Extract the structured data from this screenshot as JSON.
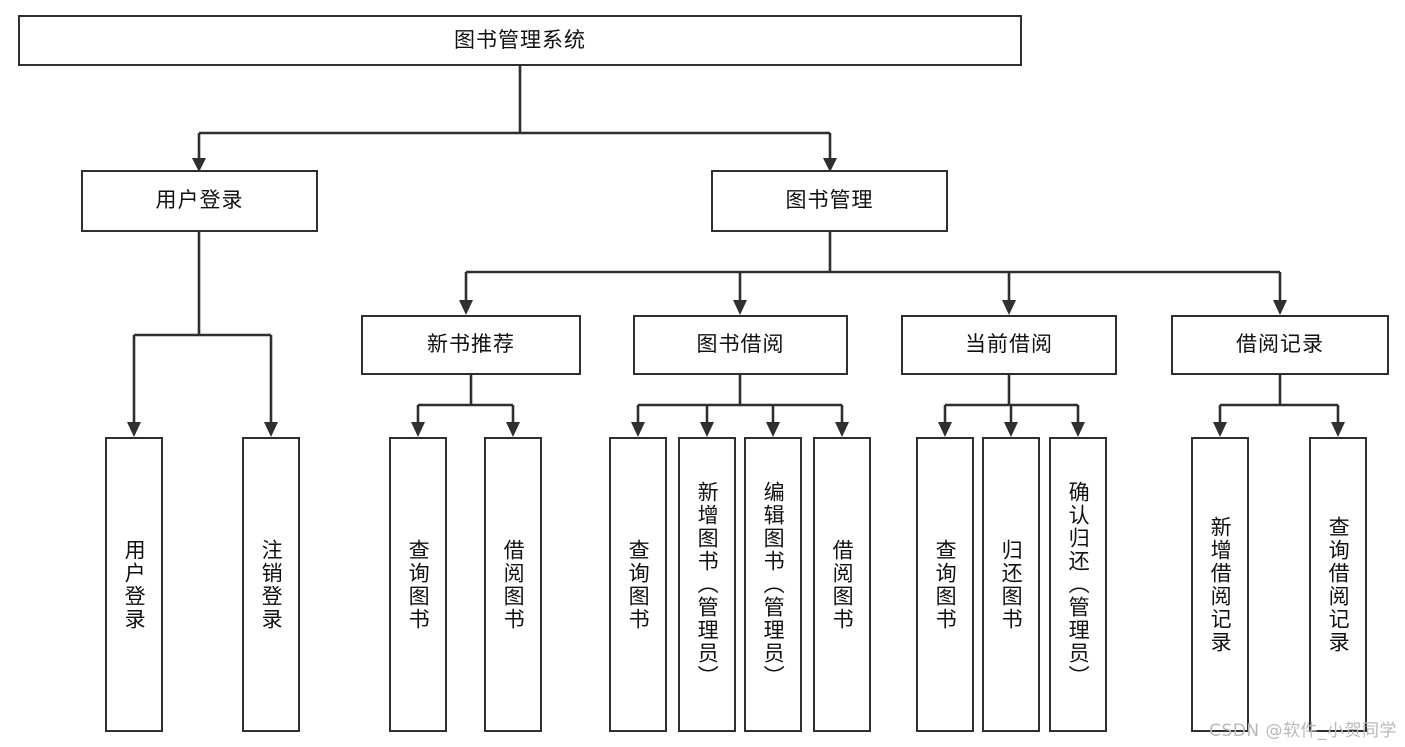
{
  "diagram": {
    "type": "tree",
    "title": "图书管理系统",
    "watermark": "CSDN @软件_小贺同学",
    "colors": {
      "stroke": "#2f2f2f",
      "fill": "#ffffff",
      "text": "#111111",
      "watermark": "#b9b9b9"
    },
    "root": {
      "label": "图书管理系统"
    },
    "level2": [
      {
        "label": "用户登录"
      },
      {
        "label": "图书管理"
      }
    ],
    "level3": [
      {
        "label": "新书推荐"
      },
      {
        "label": "图书借阅"
      },
      {
        "label": "当前借阅"
      },
      {
        "label": "借阅记录"
      }
    ],
    "leaves": {
      "user_login": [
        {
          "label": "用户登录"
        },
        {
          "label": "注销登录"
        }
      ],
      "new_book_recommend": [
        {
          "label": "查询图书"
        },
        {
          "label": "借阅图书"
        }
      ],
      "book_borrow": [
        {
          "label": "查询图书"
        },
        {
          "label": "新增图书（管理员）"
        },
        {
          "label": "编辑图书（管理员）"
        },
        {
          "label": "借阅图书"
        }
      ],
      "current_borrow": [
        {
          "label": "查询图书"
        },
        {
          "label": "归还图书"
        },
        {
          "label": "确认归还（管理员）"
        }
      ],
      "borrow_record": [
        {
          "label": "新增借阅记录"
        },
        {
          "label": "查询借阅记录"
        }
      ]
    }
  }
}
